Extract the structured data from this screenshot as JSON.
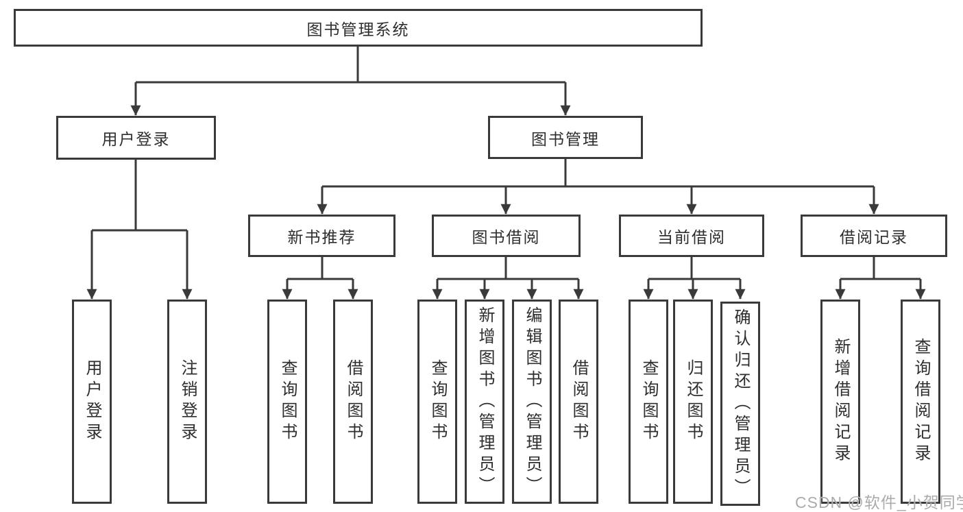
{
  "colors": {
    "line": "#3a3a3a",
    "text": "#2e2e2e",
    "watermark": "#ababab"
  },
  "watermark": {
    "text": "CSDN @软件_小贺同学"
  },
  "tree": {
    "root": {
      "label": "图书管理系统"
    },
    "branches": [
      {
        "label": "用户登录",
        "children": [
          {
            "label": "用户登录"
          },
          {
            "label": "注销登录"
          }
        ]
      },
      {
        "label": "图书管理",
        "children": [
          {
            "label": "新书推荐",
            "children": [
              {
                "label": "查询图书"
              },
              {
                "label": "借阅图书"
              }
            ]
          },
          {
            "label": "图书借阅",
            "children": [
              {
                "label": "查询图书"
              },
              {
                "label": "新增图书（管理员）"
              },
              {
                "label": "编辑图书（管理员）"
              },
              {
                "label": "借阅图书"
              }
            ]
          },
          {
            "label": "当前借阅",
            "children": [
              {
                "label": "查询图书"
              },
              {
                "label": "归还图书"
              },
              {
                "label": "确认归还（管理员）"
              }
            ]
          },
          {
            "label": "借阅记录",
            "children": [
              {
                "label": "新增借阅记录"
              },
              {
                "label": "查询借阅记录"
              }
            ]
          }
        ]
      }
    ]
  }
}
